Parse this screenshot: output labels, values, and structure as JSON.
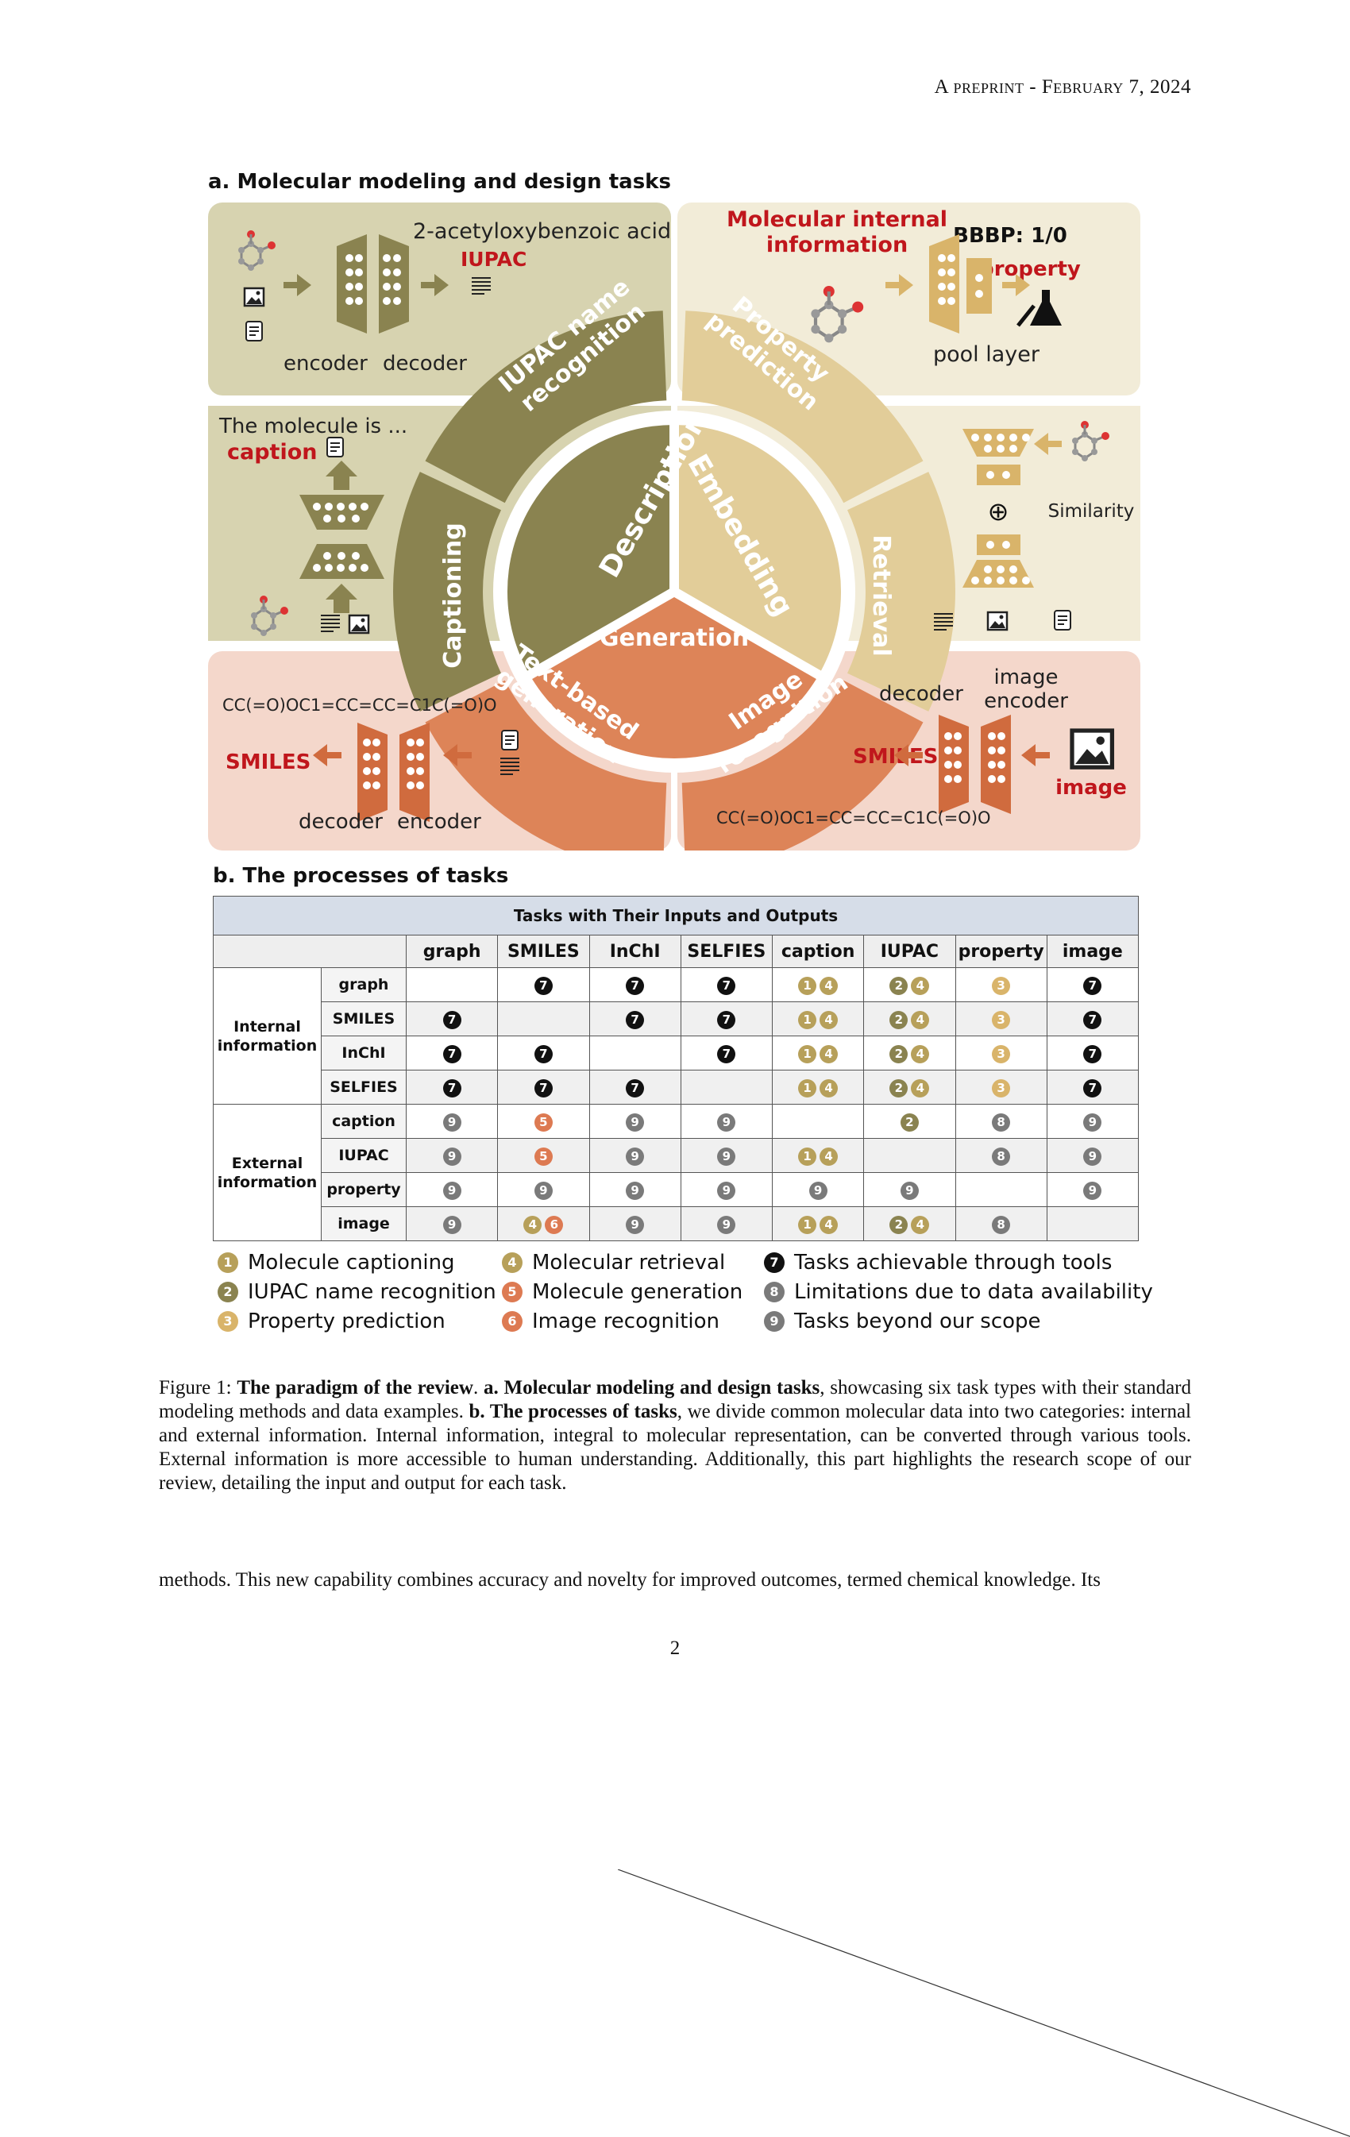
{
  "header": {
    "running_head": "A preprint - February 7, 2024"
  },
  "panel_a": {
    "title": "a. Molecular modeling and design tasks",
    "wheel": {
      "center": "Generation",
      "inner_left": "Description",
      "inner_right": "Embedding",
      "outer": {
        "iupac": "IUPAC name recognition",
        "property": "Property prediction",
        "captioning": "Captioning",
        "retrieval": "Retrieval",
        "text_gen": "Text-based generation",
        "image_rec": "Image recognition"
      }
    },
    "iupac_box": {
      "name": "2-acetyloxybenzoic acid",
      "label": "IUPAC",
      "encoder": "encoder",
      "decoder": "decoder"
    },
    "property_box": {
      "title_line1": "Molecular internal",
      "title_line2": "information",
      "bbbp": "BBBP: 1/0",
      "label": "property",
      "pool": "pool layer"
    },
    "caption_box": {
      "text": "The molecule is ...",
      "label": "caption"
    },
    "retrieval_box": {
      "similarity": "Similarity",
      "plus": "⊕"
    },
    "textgen_box": {
      "smiles_string": "CC(=O)OC1=CC=CC=C1C(=O)O",
      "label": "SMILES",
      "decoder": "decoder",
      "encoder": "encoder"
    },
    "imagerec_box": {
      "smiles_string": "CC(=O)OC1=CC=CC=C1C(=O)O",
      "label": "SMILES",
      "decoder": "decoder",
      "enc_line1": "image",
      "enc_line2": "encoder",
      "image_label": "image"
    }
  },
  "panel_b": {
    "title": "b. The processes of tasks",
    "table_caption": "Tasks with Their Inputs and Outputs",
    "columns": [
      "graph",
      "SMILES",
      "InChI",
      "SELFIES",
      "caption",
      "IUPAC",
      "property",
      "image"
    ],
    "groups": [
      {
        "label_line1": "Internal",
        "label_line2": "information",
        "rows": [
          "graph",
          "SMILES",
          "InChI",
          "SELFIES"
        ]
      },
      {
        "label_line1": "External",
        "label_line2": "information",
        "rows": [
          "caption",
          "IUPAC",
          "property",
          "image"
        ]
      }
    ],
    "cells": [
      [
        [],
        [
          "7"
        ],
        [
          "7"
        ],
        [
          "7"
        ],
        [
          "1",
          "4"
        ],
        [
          "2",
          "4"
        ],
        [
          "3"
        ],
        [
          "7"
        ]
      ],
      [
        [
          "7"
        ],
        [],
        [
          "7"
        ],
        [
          "7"
        ],
        [
          "1",
          "4"
        ],
        [
          "2",
          "4"
        ],
        [
          "3"
        ],
        [
          "7"
        ]
      ],
      [
        [
          "7"
        ],
        [
          "7"
        ],
        [],
        [
          "7"
        ],
        [
          "1",
          "4"
        ],
        [
          "2",
          "4"
        ],
        [
          "3"
        ],
        [
          "7"
        ]
      ],
      [
        [
          "7"
        ],
        [
          "7"
        ],
        [
          "7"
        ],
        [],
        [
          "1",
          "4"
        ],
        [
          "2",
          "4"
        ],
        [
          "3"
        ],
        [
          "7"
        ]
      ],
      [
        [
          "9"
        ],
        [
          "5"
        ],
        [
          "9"
        ],
        [
          "9"
        ],
        [],
        [
          "2"
        ],
        [
          "8"
        ],
        [
          "9"
        ]
      ],
      [
        [
          "9"
        ],
        [
          "5"
        ],
        [
          "9"
        ],
        [
          "9"
        ],
        [
          "1",
          "4"
        ],
        [],
        [
          "8"
        ],
        [
          "9"
        ]
      ],
      [
        [
          "9"
        ],
        [
          "9"
        ],
        [
          "9"
        ],
        [
          "9"
        ],
        [
          "9"
        ],
        [
          "9"
        ],
        [],
        [
          "9"
        ]
      ],
      [
        [
          "9"
        ],
        [
          "4",
          "6"
        ],
        [
          "9"
        ],
        [
          "9"
        ],
        [
          "1",
          "4"
        ],
        [
          "2",
          "4"
        ],
        [
          "8"
        ],
        []
      ]
    ],
    "legend": [
      {
        "num": "1",
        "label": "Molecule captioning"
      },
      {
        "num": "2",
        "label": "IUPAC name recognition"
      },
      {
        "num": "3",
        "label": "Property prediction"
      },
      {
        "num": "4",
        "label": "Molecular retrieval"
      },
      {
        "num": "5",
        "label": "Molecule generation"
      },
      {
        "num": "6",
        "label": "Image recognition"
      },
      {
        "num": "7",
        "label": "Tasks achievable through tools"
      },
      {
        "num": "8",
        "label": "Limitations due to data availability"
      },
      {
        "num": "9",
        "label": "Tasks beyond our scope"
      }
    ],
    "badge_colors": {
      "1": "#b7a05a",
      "2": "#8a8350",
      "3": "#d9b46a",
      "4": "#b7a05a",
      "5": "#dd7a52",
      "6": "#dd7a52",
      "7": "#111111",
      "8": "#7a7a7a",
      "9": "#7a7a7a"
    }
  },
  "figure_caption": {
    "prefix": "Figure 1: ",
    "bold1": "The paradigm of the review",
    "t1": ". ",
    "bold2": "a. Molecular modeling and design tasks",
    "t2": ", showcasing six task types with their standard modeling methods and data examples. ",
    "bold3": "b. The processes of tasks",
    "t3": ", we divide common molecular data into two categories: internal and external information. Internal information, integral to molecular representation, can be converted through various tools. External information is more accessible to human understanding. Additionally, this part highlights the research scope of our review, detailing the input and output for each task."
  },
  "body_text": "methods. This new capability combines accuracy and novelty for improved outcomes, termed chemical knowledge. Its",
  "page_number": "2"
}
